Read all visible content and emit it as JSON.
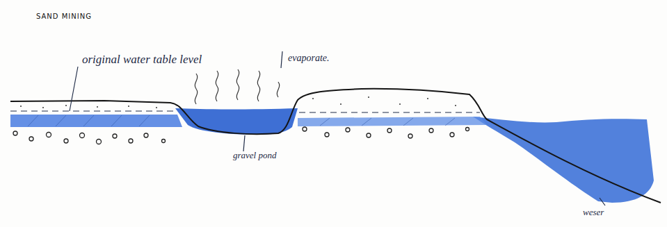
{
  "diagram": {
    "title": "SAND MINING",
    "labels": [
      "original water table level",
      "evaporate.",
      "gravel pond",
      "weser"
    ]
  }
}
